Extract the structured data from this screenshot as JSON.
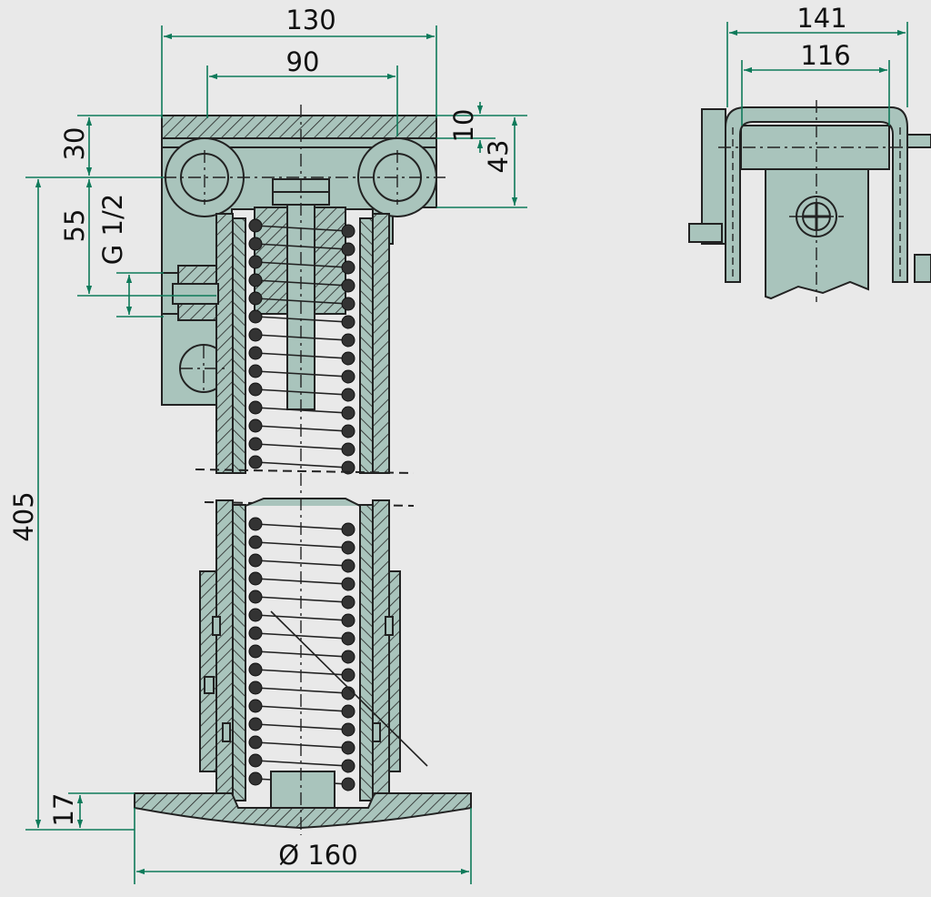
{
  "colors": {
    "background": "#e9e9e9",
    "part_fill": "#a9c4bc",
    "outline": "#222222",
    "dimension_line": "#0f7a5a",
    "center_line": "#222222"
  },
  "dimensions": {
    "width_130": "130",
    "width_90": "90",
    "height_30": "30",
    "height_55": "55",
    "thread": "G 1/2",
    "height_10": "10",
    "height_43": "43",
    "height_405": "405",
    "height_17": "17",
    "foot_diameter": "Ø 160",
    "side_width_141": "141",
    "side_width_116": "116"
  }
}
